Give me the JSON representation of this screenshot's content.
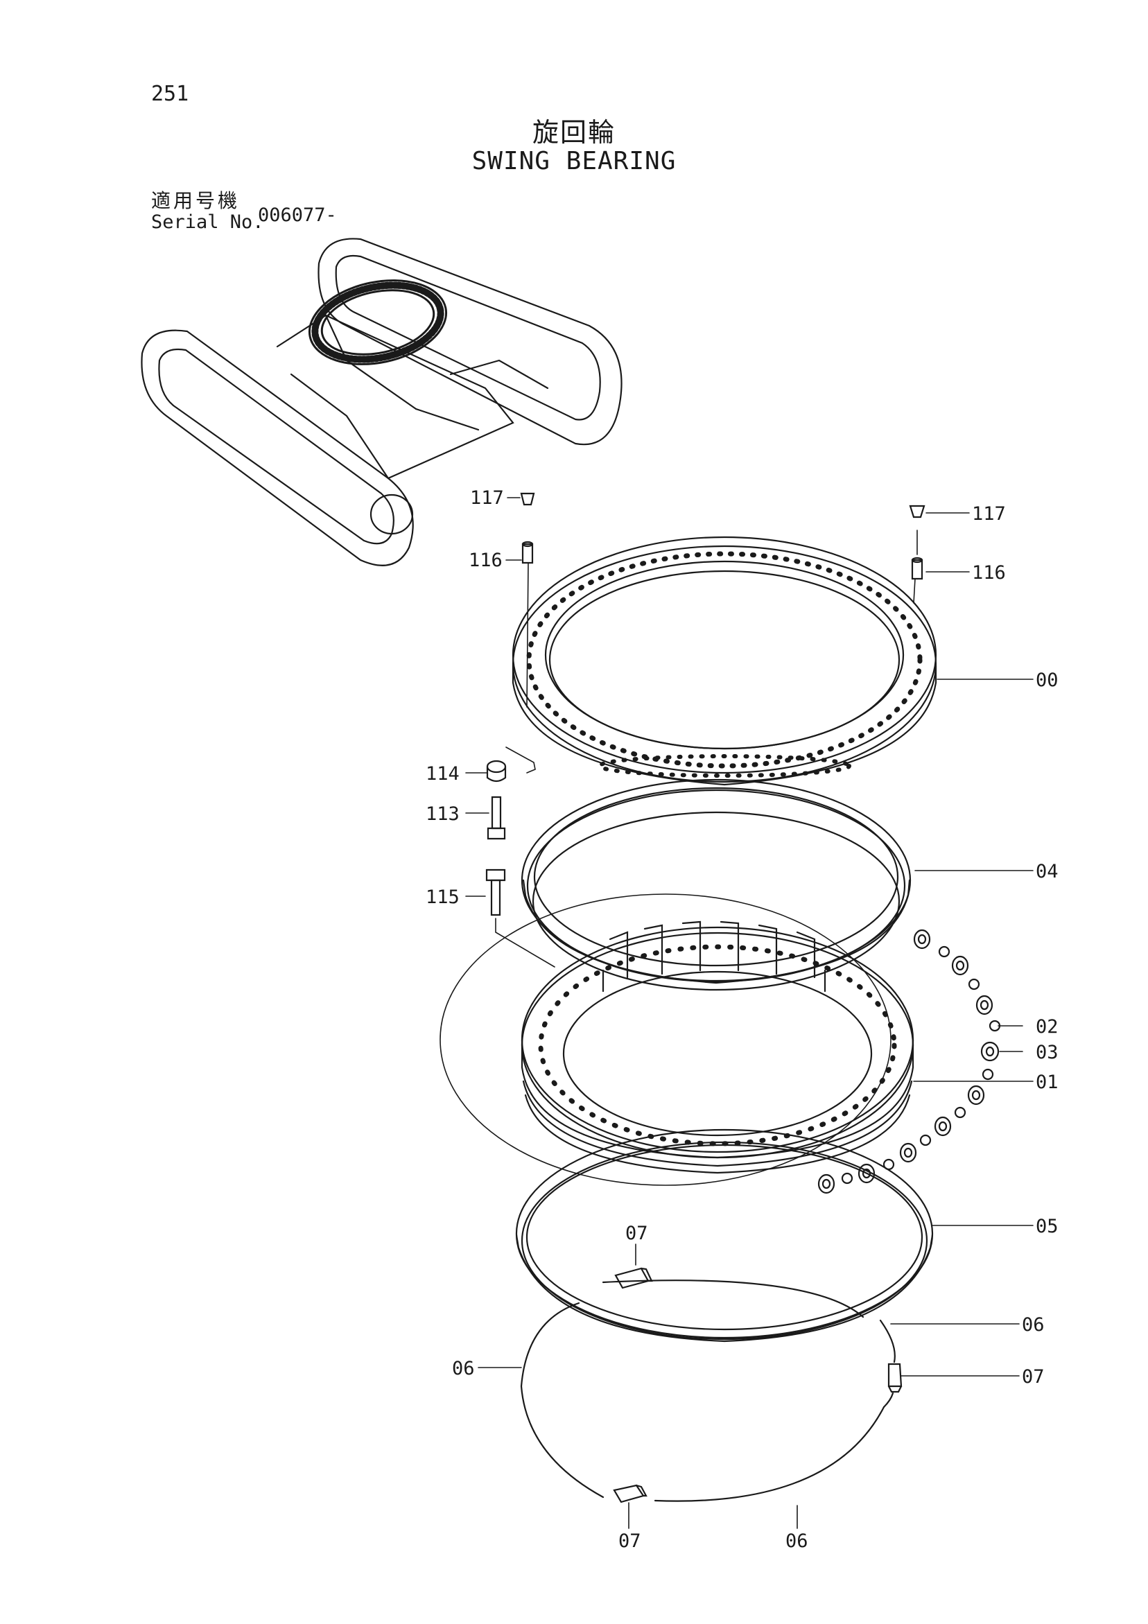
{
  "page": {
    "number": "251",
    "title_jp": "旋回輪",
    "title_en": "SWING BEARING",
    "serial_label_jp": "適用号機",
    "serial_label_en": "Serial No.",
    "serial_value": "006077-"
  },
  "callouts": [
    {
      "id": "c117a",
      "label": "117"
    },
    {
      "id": "c116a",
      "label": "116"
    },
    {
      "id": "c117b",
      "label": "117"
    },
    {
      "id": "c116b",
      "label": "116"
    },
    {
      "id": "c00",
      "label": "00"
    },
    {
      "id": "c114",
      "label": "114"
    },
    {
      "id": "c113",
      "label": "113"
    },
    {
      "id": "c04",
      "label": "04"
    },
    {
      "id": "c115",
      "label": "115"
    },
    {
      "id": "c02",
      "label": "02"
    },
    {
      "id": "c03",
      "label": "03"
    },
    {
      "id": "c01",
      "label": "01"
    },
    {
      "id": "c05",
      "label": "05"
    },
    {
      "id": "c07a",
      "label": "07"
    },
    {
      "id": "c06a",
      "label": "06"
    },
    {
      "id": "c06b",
      "label": "06"
    },
    {
      "id": "c07b",
      "label": "07"
    },
    {
      "id": "c07c",
      "label": "07"
    },
    {
      "id": "c06c",
      "label": "06"
    }
  ],
  "colors": {
    "ink": "#1a1a1a",
    "paper": "#ffffff"
  }
}
